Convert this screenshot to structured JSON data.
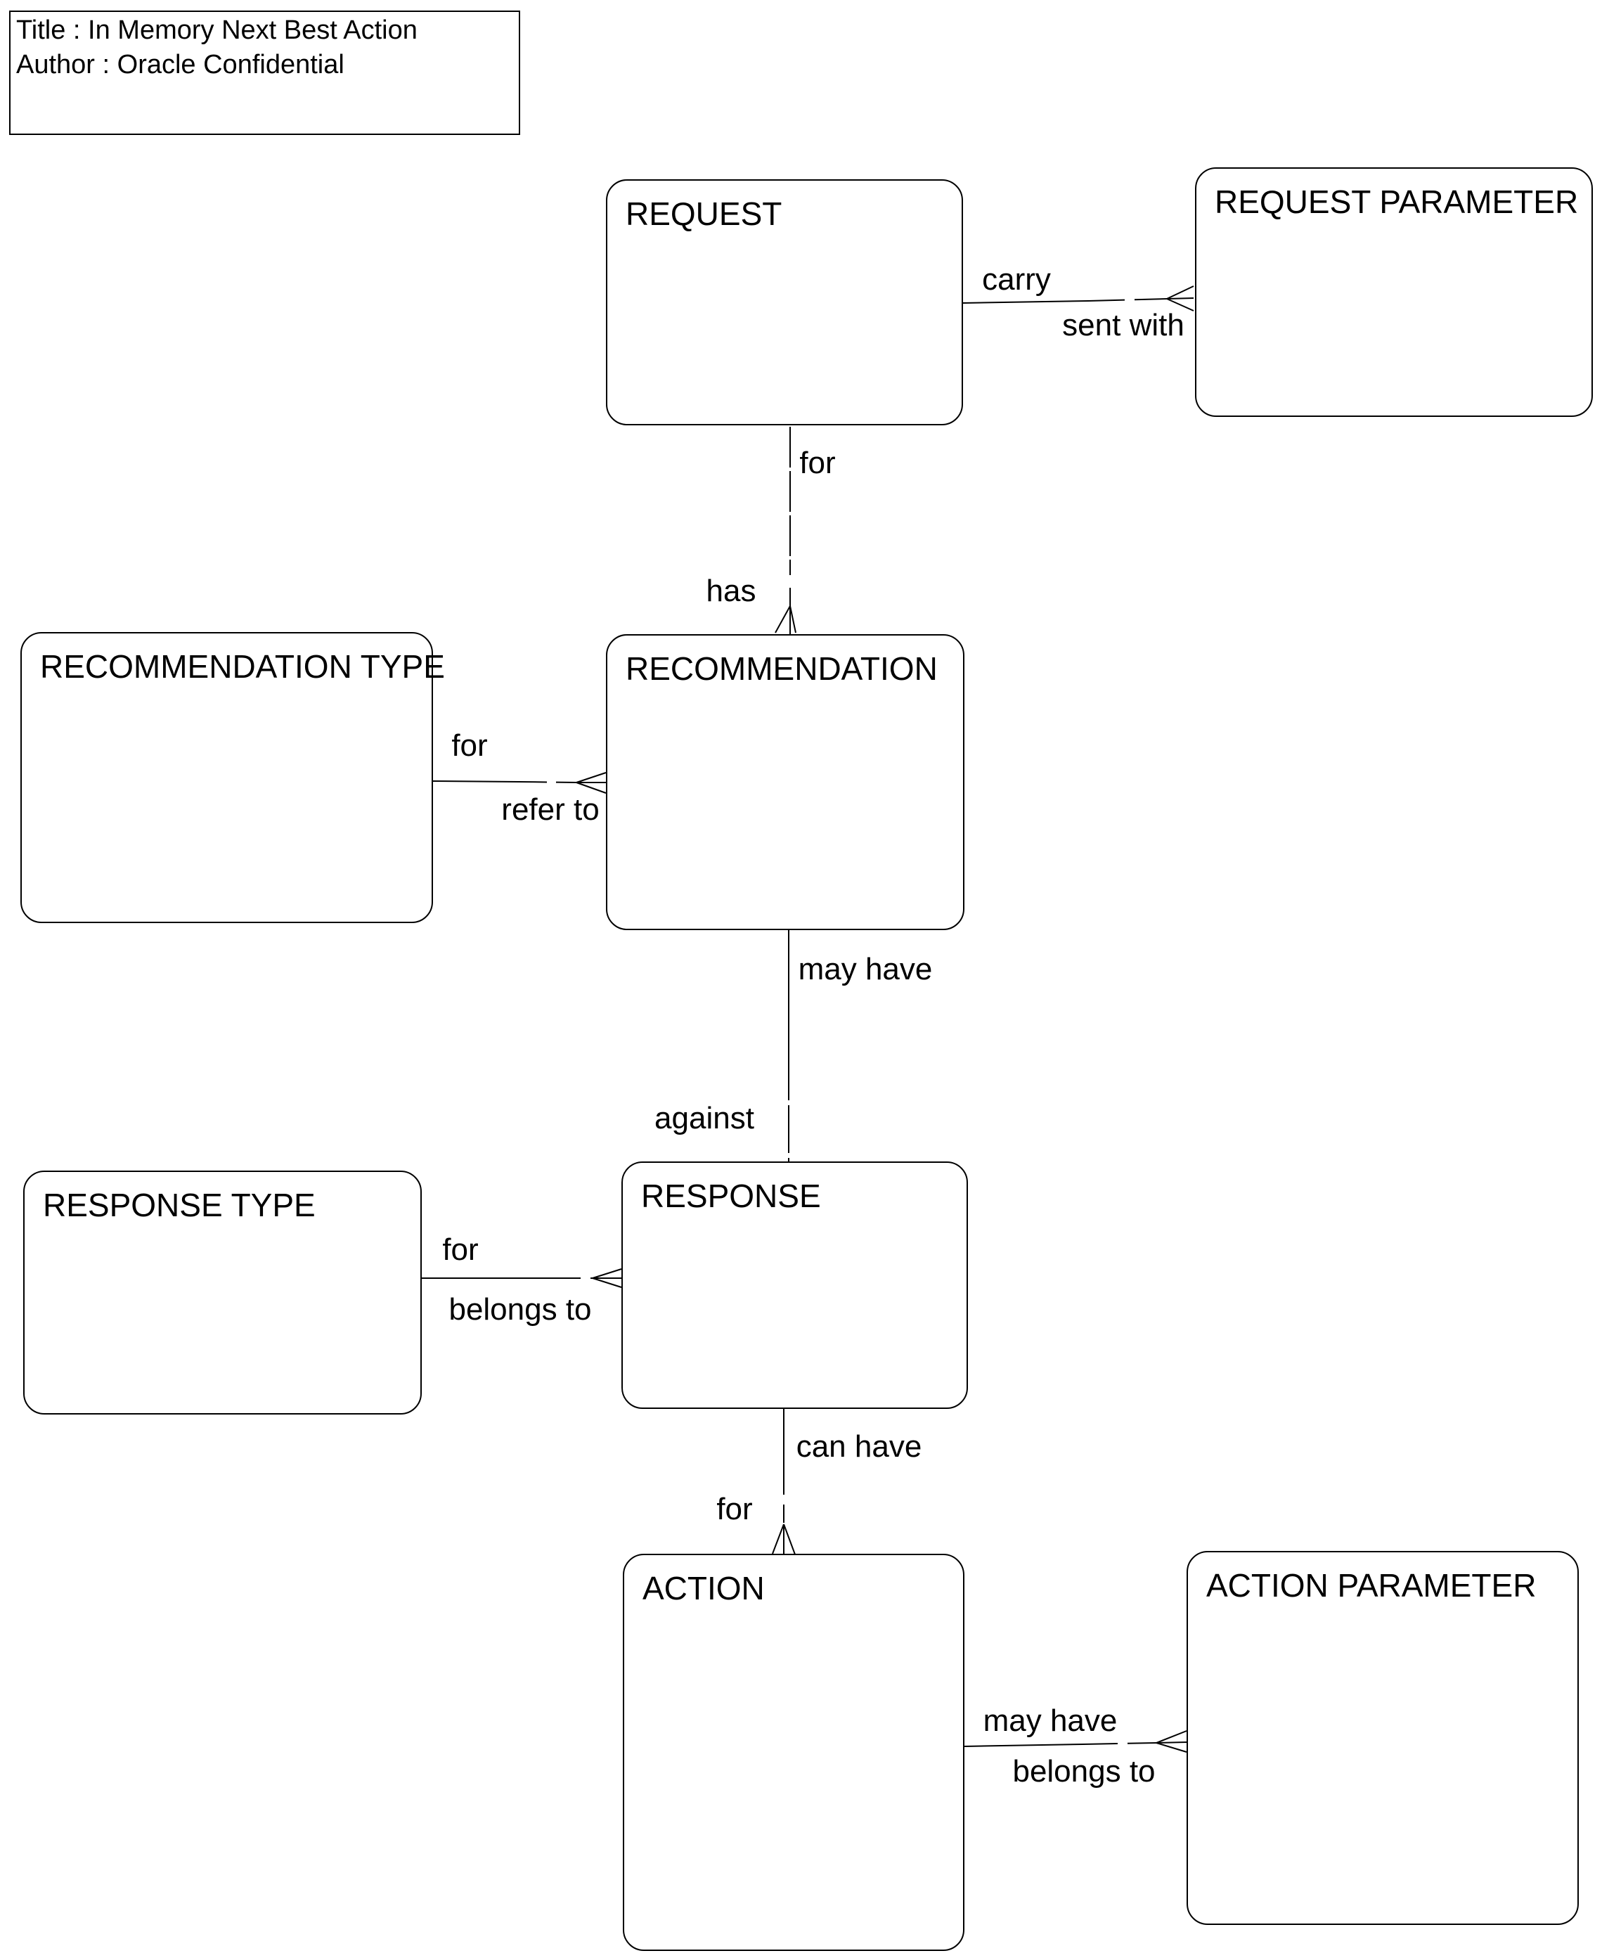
{
  "colors": {
    "background": "#ffffff",
    "stroke": "#000000",
    "text": "#000000"
  },
  "title_block": {
    "line1": "Title : In Memory Next Best Action",
    "line2": "Author : Oracle Confidential"
  },
  "entities": {
    "request": {
      "label": "REQUEST"
    },
    "request_parameter": {
      "label": "REQUEST PARAMETER"
    },
    "recommendation_type": {
      "label": "RECOMMENDATION TYPE"
    },
    "recommendation": {
      "label": "RECOMMENDATION"
    },
    "response_type": {
      "label": "RESPONSE TYPE"
    },
    "response": {
      "label": "RESPONSE"
    },
    "action": {
      "label": "ACTION"
    },
    "action_parameter": {
      "label": "ACTION PARAMETER"
    }
  },
  "relationships": {
    "request_request_parameter": {
      "from": "REQUEST",
      "to": "REQUEST PARAMETER",
      "from_label": "carry",
      "to_label": "sent with",
      "crow_foot_at": "REQUEST PARAMETER",
      "dashed_end": "REQUEST PARAMETER"
    },
    "request_recommendation": {
      "from": "REQUEST",
      "to": "RECOMMENDATION",
      "from_label": "for",
      "to_label": "has",
      "crow_foot_at": "RECOMMENDATION",
      "dashed_end": "REQUEST"
    },
    "recommendation_type_recommendation": {
      "from": "RECOMMENDATION TYPE",
      "to": "RECOMMENDATION",
      "from_label": "for",
      "to_label": "refer to",
      "crow_foot_at": "RECOMMENDATION",
      "dashed_end": "RECOMMENDATION"
    },
    "recommendation_response": {
      "from": "RECOMMENDATION",
      "to": "RESPONSE",
      "from_label": "may have",
      "to_label": "against",
      "crow_foot_at": "none",
      "dashed_end": "RESPONSE"
    },
    "response_type_response": {
      "from": "RESPONSE TYPE",
      "to": "RESPONSE",
      "from_label": "for",
      "to_label": "belongs to",
      "crow_foot_at": "RESPONSE",
      "dashed_end": "RESPONSE"
    },
    "response_action": {
      "from": "RESPONSE",
      "to": "ACTION",
      "from_label": "can have",
      "to_label": "for",
      "crow_foot_at": "ACTION",
      "dashed_end": "ACTION"
    },
    "action_action_parameter": {
      "from": "ACTION",
      "to": "ACTION PARAMETER",
      "from_label": "may have",
      "to_label": "belongs to",
      "crow_foot_at": "ACTION PARAMETER",
      "dashed_end": "ACTION PARAMETER"
    }
  }
}
